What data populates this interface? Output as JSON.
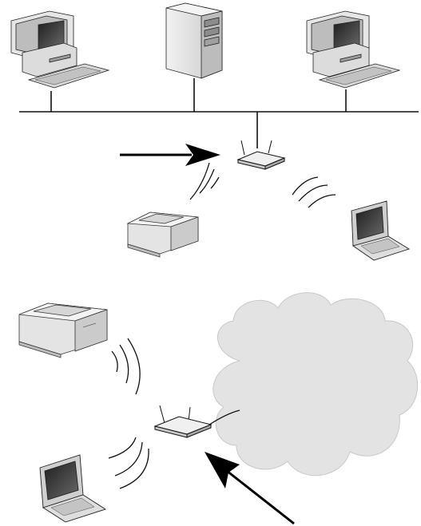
{
  "diagram": {
    "top_network": {
      "devices": [
        {
          "kind": "desktop-computer",
          "icon": "desktop-computer-icon"
        },
        {
          "kind": "tower-server",
          "icon": "tower-server-icon"
        },
        {
          "kind": "desktop-computer",
          "icon": "desktop-computer-icon"
        }
      ],
      "bus": "wired-lan-bus-line",
      "access_point": {
        "kind": "wireless-access-point",
        "icon": "wireless-router-icon"
      },
      "wireless_clients": [
        {
          "kind": "laser-printer",
          "icon": "printer-icon"
        },
        {
          "kind": "laptop",
          "icon": "laptop-icon"
        }
      ],
      "pointer": "arrow-right"
    },
    "bottom_network": {
      "access_point": {
        "kind": "wireless-access-point",
        "icon": "wireless-router-icon"
      },
      "uplink": {
        "kind": "cloud",
        "icon": "cloud-icon"
      },
      "wireless_clients": [
        {
          "kind": "laser-printer",
          "icon": "printer-icon"
        },
        {
          "kind": "laptop",
          "icon": "laptop-icon"
        }
      ],
      "pointer": "arrow-up-left"
    },
    "colors": {
      "line": "#111111",
      "device_light": "#e9e9e9",
      "device_mid": "#cfcfcf",
      "device_dark": "#8f8f8f",
      "screen": "#3a3a3a",
      "cloud": "#e2e2e2"
    }
  }
}
